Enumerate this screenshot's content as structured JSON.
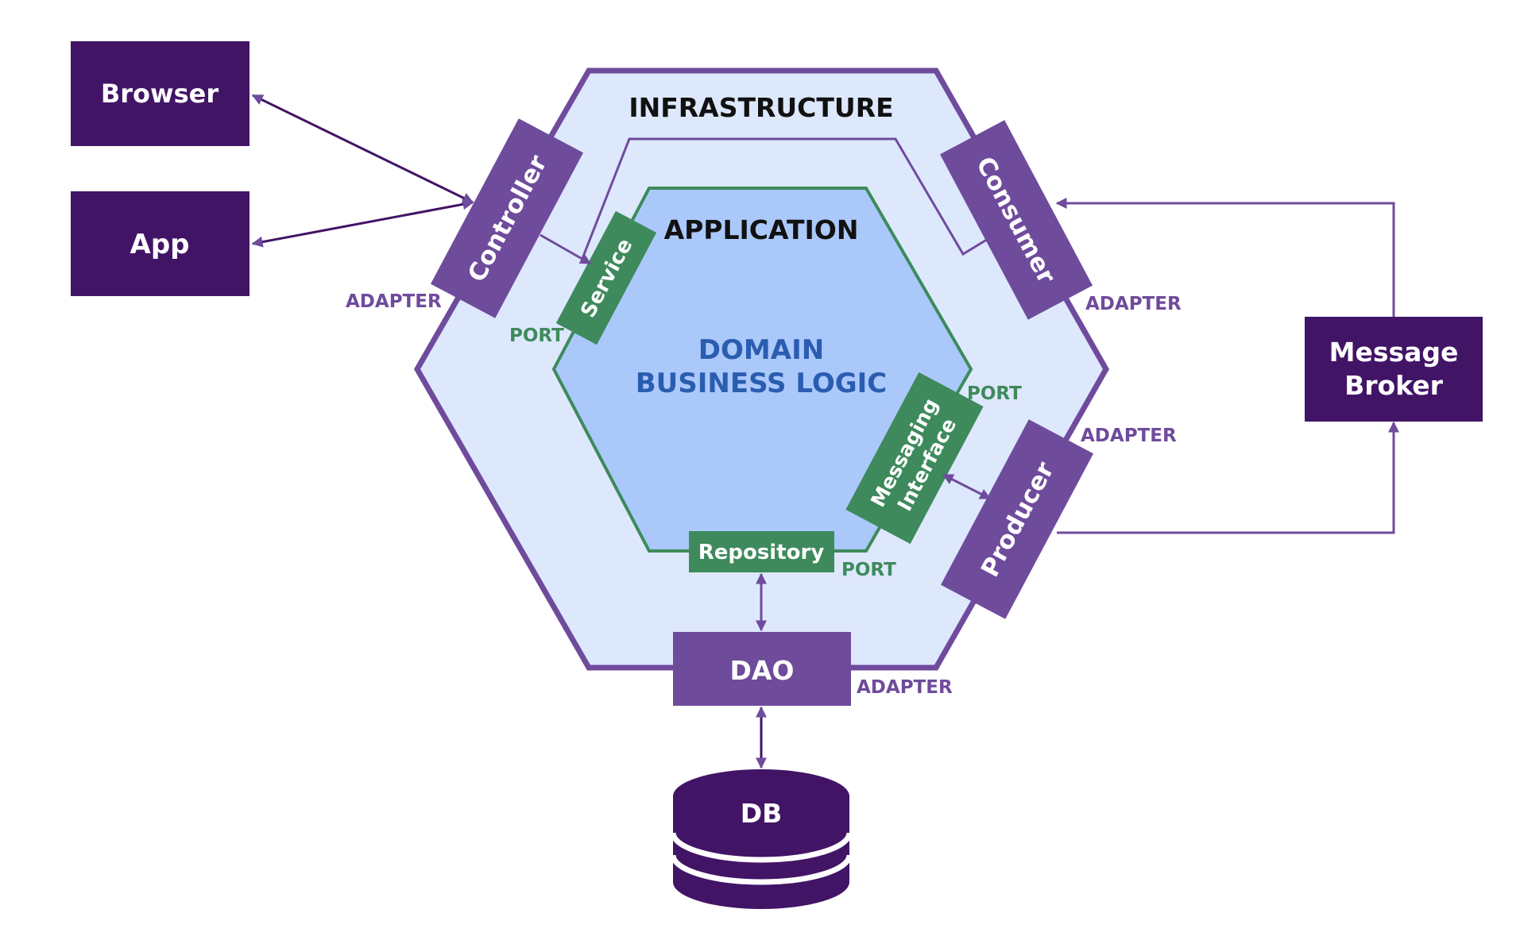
{
  "labels": {
    "infrastructure": "INFRASTRUCTURE",
    "application": "APPLICATION",
    "domain_line1": "DOMAIN",
    "domain_line2": "BUSINESS LOGIC",
    "adapter": "ADAPTER",
    "port": "PORT"
  },
  "external": {
    "browser": "Browser",
    "app": "App",
    "message_broker_line1": "Message",
    "message_broker_line2": "Broker",
    "db": "DB"
  },
  "adapters": {
    "controller": "Controller",
    "consumer": "Consumer",
    "producer": "Producer",
    "dao": "DAO"
  },
  "ports": {
    "service": "Service",
    "messaging_line1": "Messaging",
    "messaging_line2": "Interface",
    "repository": "Repository"
  },
  "colors": {
    "dark_purple": "#421466",
    "adapter_purple": "#6f4b9c",
    "outer_fill": "#dde8fd",
    "inner_fill": "#abc8fb",
    "port_green": "#3e8a5c",
    "domain_blue": "#2a5db0"
  }
}
